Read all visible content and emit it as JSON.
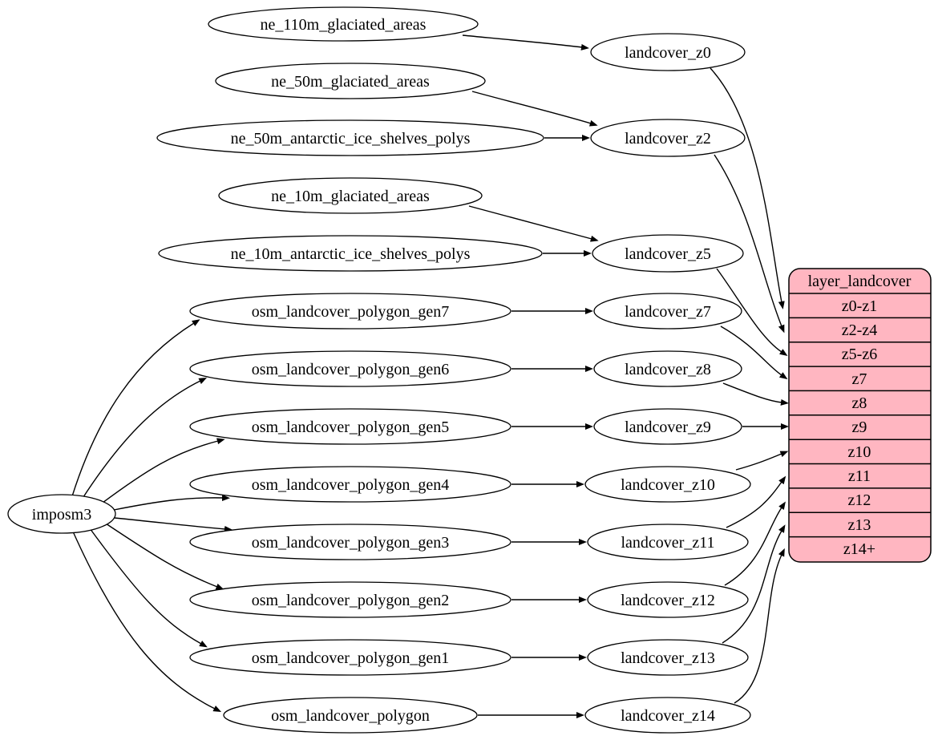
{
  "colors": {
    "background": "#ffffff",
    "edge": "#000000",
    "node_fill": "#ffffff",
    "node_stroke": "#000000",
    "record_fill": "#ffb6c1",
    "text": "#000000"
  },
  "nodes": {
    "imposm3": "imposm3",
    "ne_110m_glaciated_areas": "ne_110m_glaciated_areas",
    "ne_50m_glaciated_areas": "ne_50m_glaciated_areas",
    "ne_50m_antarctic_ice_shelves_polys": "ne_50m_antarctic_ice_shelves_polys",
    "ne_10m_glaciated_areas": "ne_10m_glaciated_areas",
    "ne_10m_antarctic_ice_shelves_polys": "ne_10m_antarctic_ice_shelves_polys",
    "osm_landcover_polygon_gen7": "osm_landcover_polygon_gen7",
    "osm_landcover_polygon_gen6": "osm_landcover_polygon_gen6",
    "osm_landcover_polygon_gen5": "osm_landcover_polygon_gen5",
    "osm_landcover_polygon_gen4": "osm_landcover_polygon_gen4",
    "osm_landcover_polygon_gen3": "osm_landcover_polygon_gen3",
    "osm_landcover_polygon_gen2": "osm_landcover_polygon_gen2",
    "osm_landcover_polygon_gen1": "osm_landcover_polygon_gen1",
    "osm_landcover_polygon": "osm_landcover_polygon",
    "landcover_z0": "landcover_z0",
    "landcover_z2": "landcover_z2",
    "landcover_z5": "landcover_z5",
    "landcover_z7": "landcover_z7",
    "landcover_z8": "landcover_z8",
    "landcover_z9": "landcover_z9",
    "landcover_z10": "landcover_z10",
    "landcover_z11": "landcover_z11",
    "landcover_z12": "landcover_z12",
    "landcover_z13": "landcover_z13",
    "landcover_z14": "landcover_z14"
  },
  "record": {
    "title": "layer_landcover",
    "rows": [
      "z0-z1",
      "z2-z4",
      "z5-z6",
      "z7",
      "z8",
      "z9",
      "z10",
      "z11",
      "z12",
      "z13",
      "z14+"
    ]
  },
  "edges": [
    {
      "from": "ne_110m_glaciated_areas",
      "to": "landcover_z0"
    },
    {
      "from": "ne_50m_glaciated_areas",
      "to": "landcover_z2"
    },
    {
      "from": "ne_50m_antarctic_ice_shelves_polys",
      "to": "landcover_z2"
    },
    {
      "from": "ne_10m_glaciated_areas",
      "to": "landcover_z5"
    },
    {
      "from": "ne_10m_antarctic_ice_shelves_polys",
      "to": "landcover_z5"
    },
    {
      "from": "imposm3",
      "to": "osm_landcover_polygon_gen7"
    },
    {
      "from": "imposm3",
      "to": "osm_landcover_polygon_gen6"
    },
    {
      "from": "imposm3",
      "to": "osm_landcover_polygon_gen5"
    },
    {
      "from": "imposm3",
      "to": "osm_landcover_polygon_gen4"
    },
    {
      "from": "imposm3",
      "to": "osm_landcover_polygon_gen3"
    },
    {
      "from": "imposm3",
      "to": "osm_landcover_polygon_gen2"
    },
    {
      "from": "imposm3",
      "to": "osm_landcover_polygon_gen1"
    },
    {
      "from": "imposm3",
      "to": "osm_landcover_polygon"
    },
    {
      "from": "osm_landcover_polygon_gen7",
      "to": "landcover_z7"
    },
    {
      "from": "osm_landcover_polygon_gen6",
      "to": "landcover_z8"
    },
    {
      "from": "osm_landcover_polygon_gen5",
      "to": "landcover_z9"
    },
    {
      "from": "osm_landcover_polygon_gen4",
      "to": "landcover_z10"
    },
    {
      "from": "osm_landcover_polygon_gen3",
      "to": "landcover_z11"
    },
    {
      "from": "osm_landcover_polygon_gen2",
      "to": "landcover_z12"
    },
    {
      "from": "osm_landcover_polygon_gen1",
      "to": "landcover_z13"
    },
    {
      "from": "osm_landcover_polygon",
      "to": "landcover_z14"
    },
    {
      "from": "landcover_z0",
      "to": "layer_landcover",
      "to_port": "z0-z1"
    },
    {
      "from": "landcover_z2",
      "to": "layer_landcover",
      "to_port": "z2-z4"
    },
    {
      "from": "landcover_z5",
      "to": "layer_landcover",
      "to_port": "z5-z6"
    },
    {
      "from": "landcover_z7",
      "to": "layer_landcover",
      "to_port": "z7"
    },
    {
      "from": "landcover_z8",
      "to": "layer_landcover",
      "to_port": "z8"
    },
    {
      "from": "landcover_z9",
      "to": "layer_landcover",
      "to_port": "z9"
    },
    {
      "from": "landcover_z10",
      "to": "layer_landcover",
      "to_port": "z10"
    },
    {
      "from": "landcover_z11",
      "to": "layer_landcover",
      "to_port": "z11"
    },
    {
      "from": "landcover_z12",
      "to": "layer_landcover",
      "to_port": "z12"
    },
    {
      "from": "landcover_z13",
      "to": "layer_landcover",
      "to_port": "z13"
    },
    {
      "from": "landcover_z14",
      "to": "layer_landcover",
      "to_port": "z14+"
    }
  ]
}
